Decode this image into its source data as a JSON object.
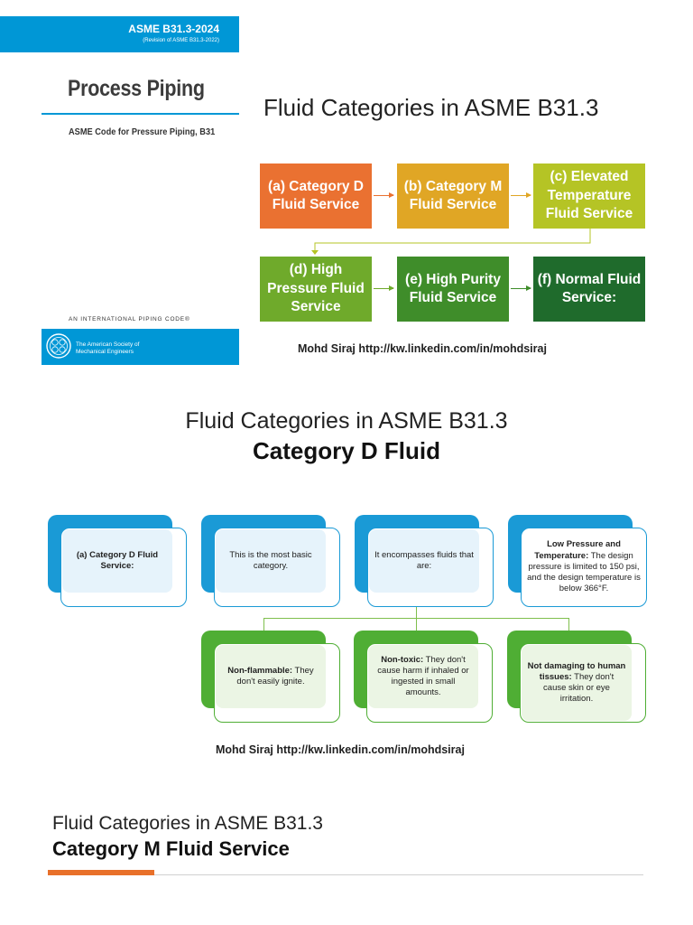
{
  "cover": {
    "code": "ASME B31.3-2024",
    "revision": "(Revision of ASME B31.3-2022)",
    "title": "Process Piping",
    "subtitle": "ASME Code for Pressure Piping, B31",
    "series": "AN INTERNATIONAL PIPING CODE®",
    "society_line1": "The American Society of",
    "society_line2": "Mechanical Engineers",
    "logo_letters": "ASME"
  },
  "slide1": {
    "title": "Fluid Categories in ASME B31.3",
    "boxes": [
      {
        "label": "(a) Category D Fluid Service",
        "color": "#ea7131"
      },
      {
        "label": "(b) Category M Fluid Service",
        "color": "#e0a625"
      },
      {
        "label": "(c) Elevated Temperature Fluid Service",
        "color": "#b5c425"
      },
      {
        "label": "(d) High Pressure Fluid Service",
        "color": "#6faa2b"
      },
      {
        "label": "(e) High Purity Fluid Service",
        "color": "#3f8d2a"
      },
      {
        "label": "(f) Normal Fluid Service:",
        "color": "#1f6b2c"
      }
    ],
    "credit": "Mohd Siraj  http://kw.linkedin.com/in/mohdsiraj"
  },
  "slide2": {
    "title": "Fluid Categories in ASME B31.3",
    "heading": "Category D Fluid",
    "top_cards": [
      {
        "bold": "",
        "text": "(a) Category D Fluid Service:"
      },
      {
        "bold": "",
        "text": "This is the most basic category."
      },
      {
        "bold": "",
        "text": "It encompasses fluids that are:"
      },
      {
        "bold": "Low Pressure and Temperature:",
        "text": " The design pressure is limited to 150 psi, and the design temperature is below 366°F."
      }
    ],
    "bottom_cards": [
      {
        "bold": "Non-flammable:",
        "text": " They don't easily ignite."
      },
      {
        "bold": "Non-toxic:",
        "text": " They don't cause harm if inhaled or ingested in small amounts."
      },
      {
        "bold": "Not damaging to human tissues:",
        "text": " They don't cause skin or eye irritation."
      }
    ],
    "credit": "Mohd Siraj  http://kw.linkedin.com/in/mohdsiraj",
    "colors": {
      "blue": "#1a9ad6",
      "blue_light": "#e6f3fb",
      "green": "#4fae34",
      "green_light": "#ebf5e4"
    }
  },
  "slide3": {
    "title": "Fluid Categories in ASME B31.3",
    "heading": "Category M Fluid Service",
    "accent": "#e8702a"
  }
}
